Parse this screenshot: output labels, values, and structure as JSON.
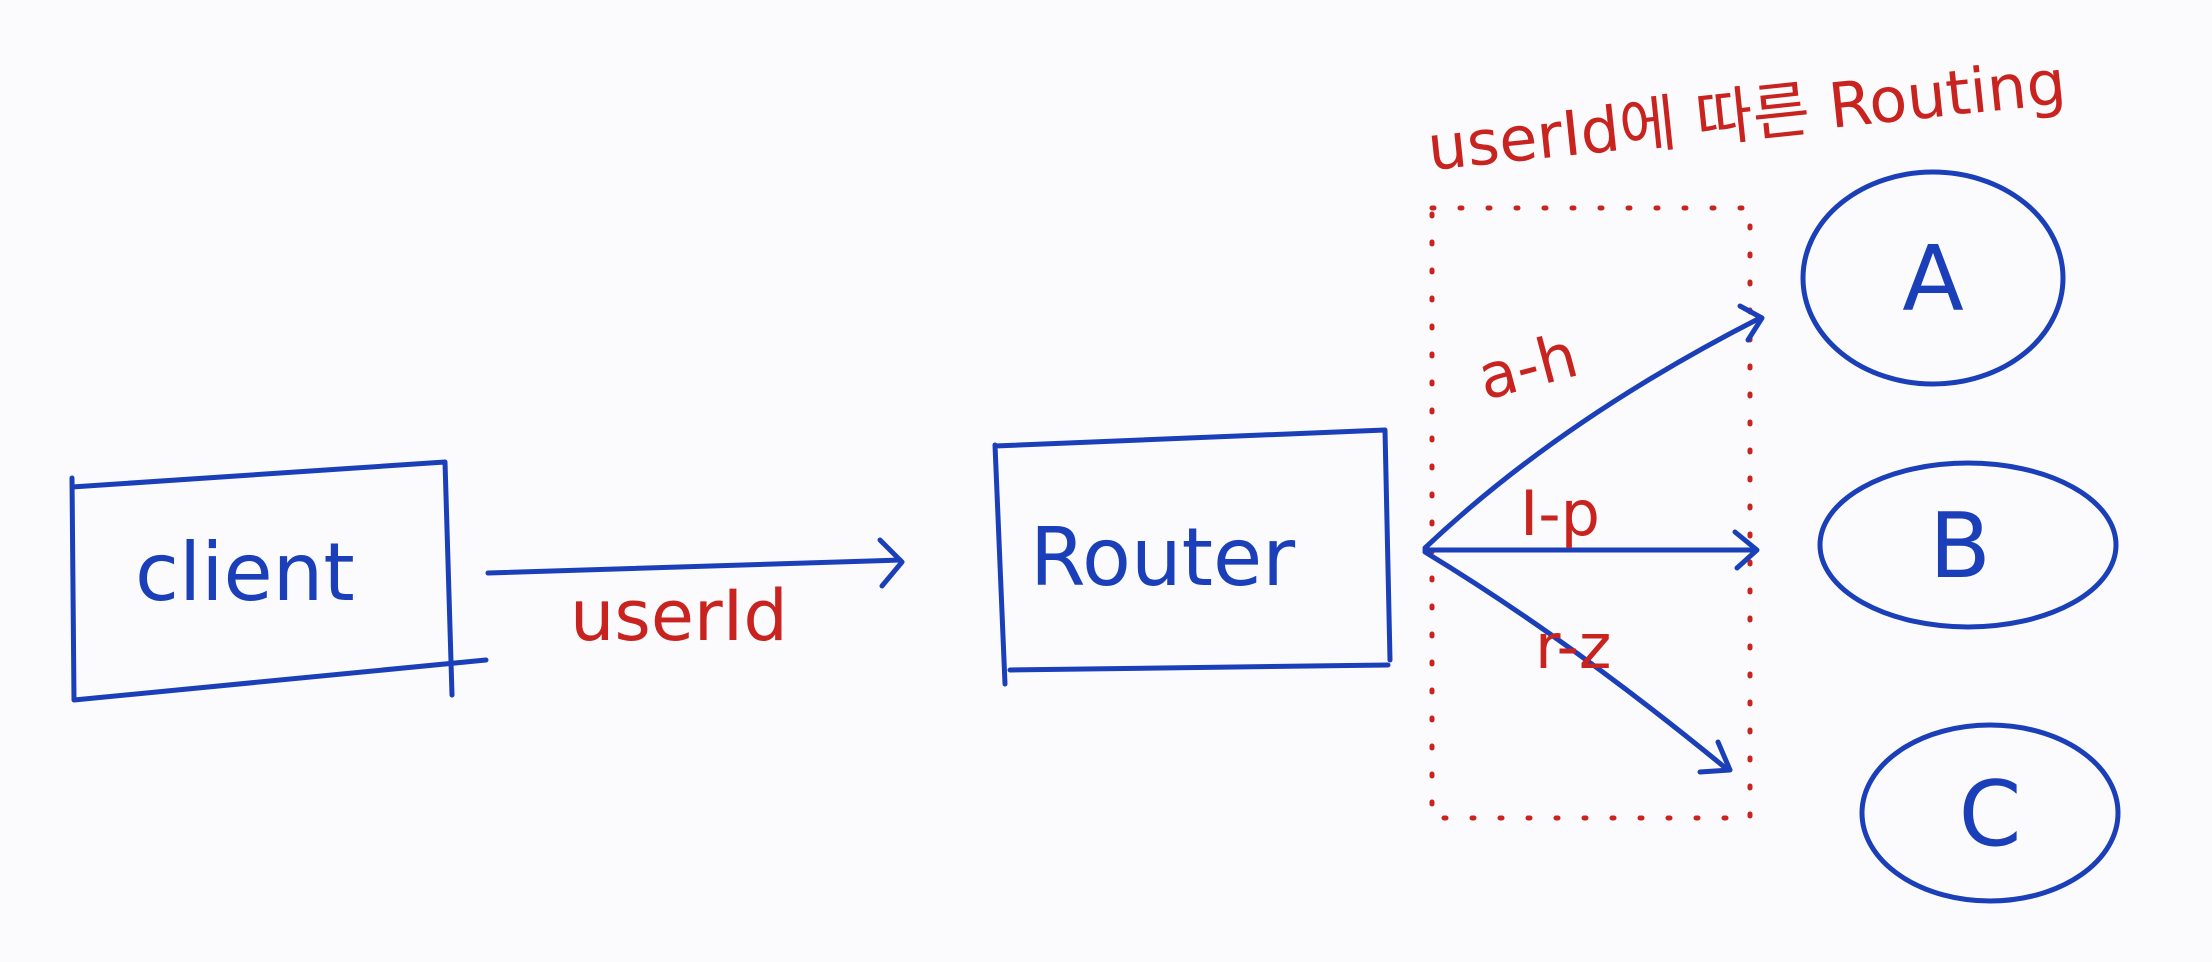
{
  "title": "userId에 따른 Routing",
  "client_label": "client",
  "router_label": "Router",
  "request_label": "userId",
  "routes": [
    {
      "range": "a-h",
      "target": "A"
    },
    {
      "range": "I-p",
      "target": "B"
    },
    {
      "range": "r-z",
      "target": "C"
    }
  ],
  "colors": {
    "ink_blue": "#1a3fb8",
    "ink_red": "#c8231f"
  }
}
